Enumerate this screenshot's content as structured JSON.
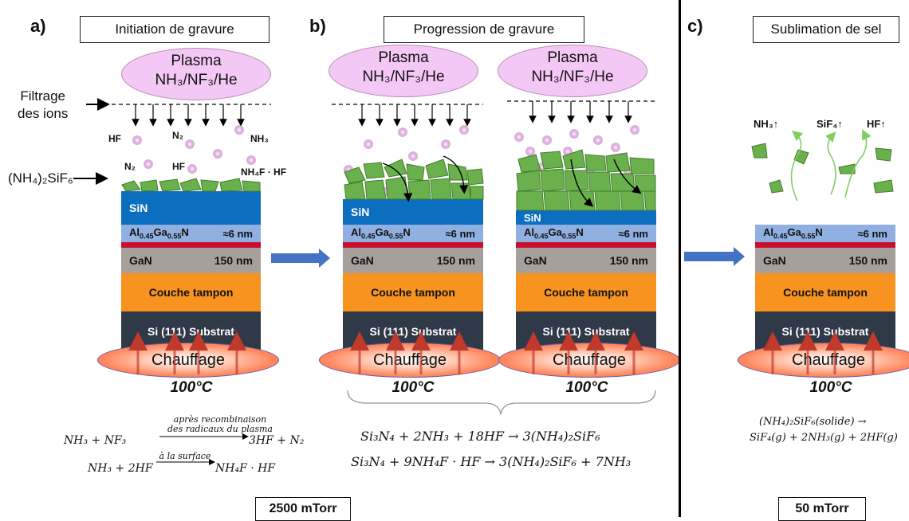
{
  "panels": {
    "a": {
      "letter": "a)",
      "title": "Initiation de gravure"
    },
    "b": {
      "letter": "b)",
      "title": "Progression de gravure"
    },
    "c": {
      "letter": "c)",
      "title": "Sublimation de sel"
    }
  },
  "plasma": {
    "line1": "Plasma",
    "line2": "NH₃/NF₃/He"
  },
  "side_labels": {
    "filtrage_line1": "Filtrage",
    "filtrage_line2": "des ions",
    "salt": "(NH₄)₂SiF₆"
  },
  "gases_a": {
    "hf": "HF",
    "n2_top": "N₂",
    "nh3": "NH₃",
    "n2_low": "N₂",
    "hf_low": "HF",
    "nh4f": "NH₄F · HF"
  },
  "gases_c": {
    "nh3": "NH₃↑",
    "sif4": "SiF₄↑",
    "hf": "HF↑"
  },
  "layers": {
    "sin": "SiN",
    "algan": "Al0.45Ga0.55N",
    "algan_al": "Al",
    "algan_al_sub": "0.45",
    "algan_ga": "Ga",
    "algan_ga_sub": "0.55",
    "algan_n": "N",
    "algan_thickness": "≈6 nm",
    "gan": "GaN",
    "gan_thickness": "150 nm",
    "buffer": "Couche tampon",
    "substrate": "Si (111) Substrat",
    "heater": "Chauffage"
  },
  "temperature": "100°C",
  "equations": {
    "a1_left": "NH₃ + NF₃",
    "a1_above_1": "après recombinaison",
    "a1_above_2": "des radicaux du plasma",
    "a1_right": "3HF + N₂",
    "a2_left": "NH₃ + 2HF",
    "a2_above": "à la surface",
    "a2_right": "NH₄F · HF",
    "b1": "Si₃N₄ + 2NH₃ + 18HF → 3(NH₄)₂SiF₆",
    "b2": "Si₃N₄ + 9NH₄F · HF → 3(NH₄)₂SiF₆ + 7NH₃",
    "c1": "(NH₄)₂SiF₆(solide) →",
    "c2": "SiF₄(g) + 2NH₃(g) + 2HF(g)"
  },
  "pressures": {
    "a": "2500 mTorr",
    "c": "50 mTorr"
  },
  "colors": {
    "sin": "#0b6ebf",
    "algan": "#8fb0e0",
    "barrier": "#c8102e",
    "gan": "#a6a09c",
    "buffer": "#f7931e",
    "substrate": "#2f3947",
    "crystal": "#6ab04c",
    "plasma": "#f4c8f4",
    "arrow_blue": "#4472c4"
  }
}
